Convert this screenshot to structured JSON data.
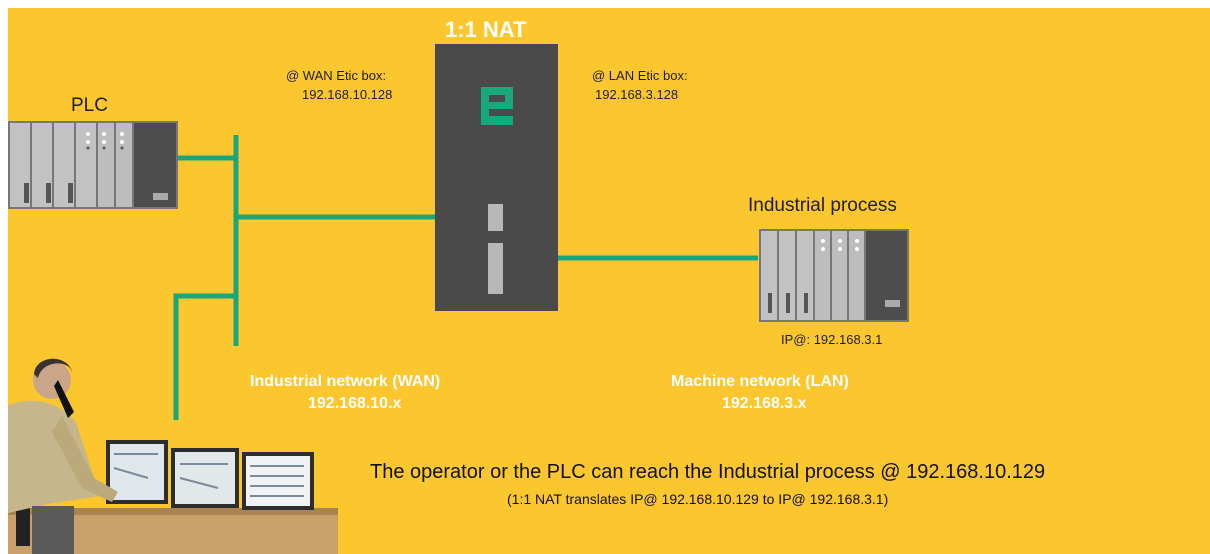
{
  "title": "1:1 NAT",
  "wan_box": {
    "label": "@ WAN Etic box:",
    "ip": "192.168.10.128"
  },
  "lan_box": {
    "label": "@ LAN Etic box:",
    "ip": "192.168.3.128"
  },
  "plc": {
    "label": "PLC"
  },
  "process": {
    "label": "Industrial process",
    "ip_label": "IP@: 192.168.3.1"
  },
  "wan_network": {
    "label": "Industrial network (WAN)",
    "subnet": "192.168.10.x"
  },
  "lan_network": {
    "label": "Machine network (LAN)",
    "subnet": "192.168.3.x"
  },
  "caption": {
    "main": "The operator or the PLC can reach the Industrial process @ 192.168.10.129",
    "sub": "(1:1 NAT translates IP@ 192.168.10.129 to IP@ 192.168.3.1)"
  },
  "colors": {
    "background": "#fbc62e",
    "device": "#4a4a4a",
    "network_line": "#1aa67a",
    "logo": "#17a87c"
  },
  "icons": [
    "etic-logo-icon",
    "plc-rack-icon",
    "operator-workstation-icon"
  ]
}
